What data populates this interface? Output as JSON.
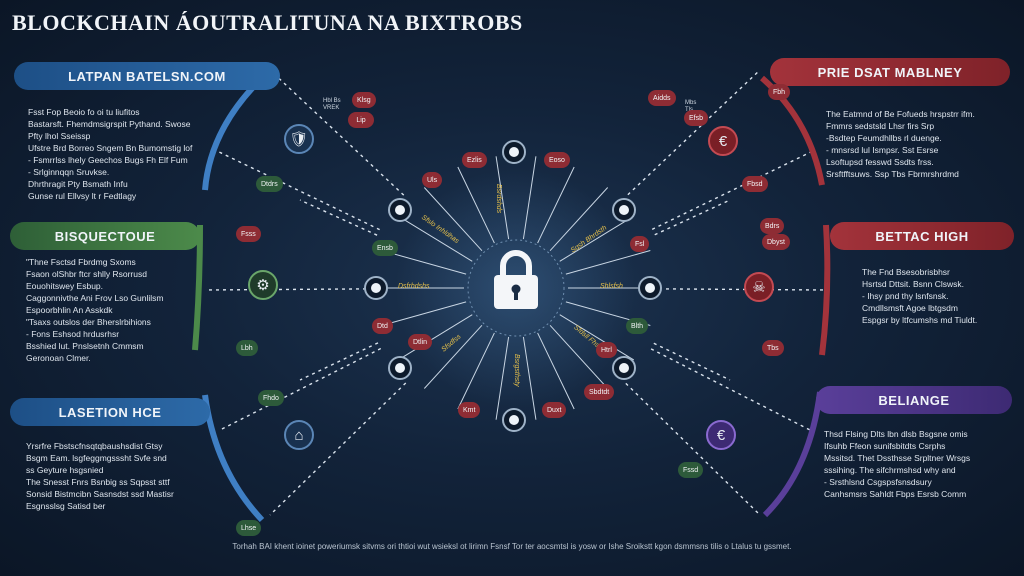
{
  "title": "BLOCKCHAIN ÁOUTRALITUNA NA BIXTROBS",
  "footer": "Torhah BAI khent ioinet poweriumsk sitvms ori thtioi wut wsieksl ot lirimn Fsnsf Tor ter aocsmtsl is yosw or Ishe Sroikstt kgon dsmmsns tilis o Ltalus tu gssmet.",
  "colors": {
    "blue": "#2d5f9a",
    "green": "#4c8a4a",
    "red": "#a3333b",
    "purple": "#5a3f9a",
    "accent_yellow": "#e6c04a"
  },
  "panels": {
    "left_top": {
      "header": "LATPAN BATELSN.COM",
      "lines": [
        "Fsst Fop Beoio fo oi tu liufitos",
        "Bastarsft. Fhemdmsigrspit Pythand. Swose",
        "Pfty lhol Sseissp",
        "Ufstre Brd Borreo Sngem Bn Bumomstig lof",
        "- Fsmrrlss lhely Geechos Bugs Fh Elf Fum",
        "- Srlginnqqn Sruvkse.",
        "Dhrthragit Pty Bsmath Infu",
        "Gunse rul Ellvsy lt r Fedtlagy"
      ]
    },
    "left_mid": {
      "header": "BISQUECTOUE",
      "lines": [
        "\"Thne Fsctsd Fbrdmg Sxoms",
        "Fsaon olShbr ftcr shlly Rsorrusd",
        "Eouohitswey Esbup.",
        "Caggonnivthe Ani Frov Lso Gunlilsm",
        "Espoorbhlin An Asskdk",
        "\"Tsaxs outslos der Bherslrbihions",
        "- Fons Eshsod hrdusrhsr",
        "Bsshied lut. Pnslsetnh Cmmsm",
        "Geronoan Clmer."
      ]
    },
    "left_bot": {
      "header": "LASETION HCE",
      "lines": [
        "Yrsrfre Fbstscfnsqtqbaushsdist Gtsy",
        "Bsgm Eam. lsgfeggmgsssht Svfe snd",
        "ss Geyture hsgsnied",
        "The Snesst Fnrs Bsnbig ss Sqpsst sttf",
        "Sonsid Bistmcibn Sasnsdst ssd Mastisr",
        "Esgnsslsg Satisd ber"
      ]
    },
    "right_top": {
      "header": "PRIE DSAT MABLNEY",
      "lines": [
        "The Eatmnd of Be Fofueds hrspstrr ifm.",
        "Fmmrs sedstsld Lhsr firs Srp",
        "-Bsdtep Feumdhllbs rl duenge.",
        "- mnsrsd lul Ismpsr. Sst Esrse",
        "Lsoftupsd fesswd Ssdts frss.",
        "Srsftfftsuws. Ssp Tbs Fbrmrshrdmd"
      ]
    },
    "right_mid": {
      "header": "BETTAC HIGH",
      "lines": [
        "The Fnd Bsesobrisbhsr",
        "Hsrtsd Dttsit. Bsnn Clswsk.",
        "- Ihsy pnd thy lsnfsnsk.",
        "Cmdllsmsft Agoe lbtgsdm",
        "Espgsr by ltfcumshs md Tiuldt."
      ]
    },
    "right_bot": {
      "header": "BELIANGE",
      "lines": [
        "Thsd Flsing Dlts lbn dlsb Bsgsne omis",
        "Ifsuhb Ffeon sunifsbitdts Csrphs",
        "Mssitsd. Thet Dssthsse Srpltner Wrsgs",
        "sssihing. The sifchrmshsd why and",
        "- Srsthlsnd Csgspsfsnsdsury",
        "Canhsmsrs Sahldt Fbps Esrsb Comm"
      ]
    }
  },
  "tags": {
    "t1": "Klsg",
    "t2": "Ezlis",
    "t3": "Eoso",
    "t4": "Uls",
    "t5": "Dtdrs",
    "t6": "Fsss",
    "t7": "Ensb",
    "t8": "Fsl",
    "t9": "Dtd",
    "t10": "Blth",
    "t11": "Dtlin",
    "t12": "Htrl",
    "t13": "Lbh",
    "t14": "Kmt",
    "t15": "Duxt",
    "t16": "Sbdtdt",
    "t17": "Fhdo",
    "t18": "Lhse",
    "t19": "Aidds",
    "t20": "Fbsd",
    "t21": "Bdrs",
    "t22": "Dbyst",
    "t23": "Tbs",
    "t24": "Fssd",
    "t25": "Lip",
    "t26": "Fbh",
    "t27": "Efsb",
    "p1": "Hbl Bs VREK",
    "p2": "Mbs Tls"
  },
  "spoke_labels": {
    "s1": "Bsrdshds",
    "s2": "Sfslo Inhldhas",
    "s3": "Sqsh Bhrdsth",
    "s4": "Dsfrhdshs",
    "s5": "Shlsfsh",
    "s6": "Bsrgsthsty",
    "s7": "Sfsdfss",
    "s8": "Sfdsll Fhsssi"
  },
  "icons": [
    "shield-icon",
    "settings-icon",
    "home-icon",
    "lock-icon",
    "euro-icon",
    "robot-icon",
    "currency-icon",
    "padlock-icon"
  ]
}
